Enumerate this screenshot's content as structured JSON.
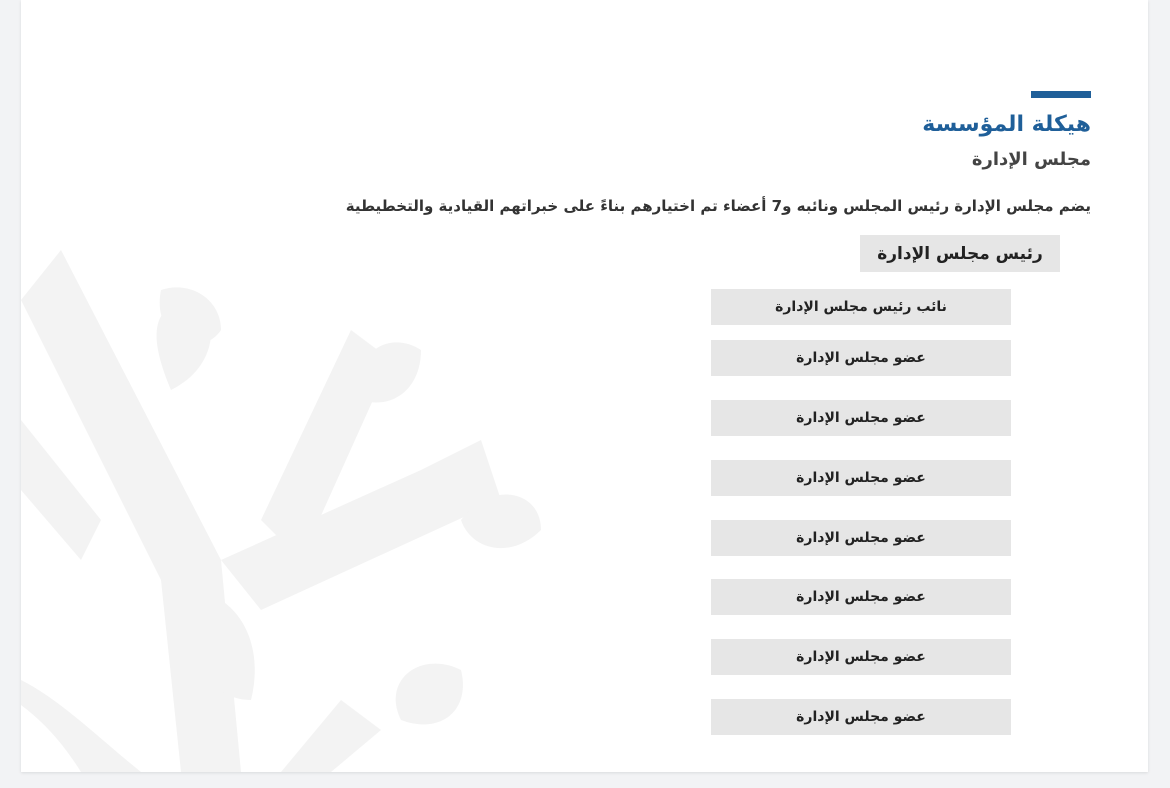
{
  "header": {
    "title": "هيكلة المؤسسة",
    "subtitle": "مجلس الإدارة",
    "description": "يضم مجلس الإدارة رئيس المجلس ونائبه و7 أعضاء تم اختيارهم بناءً على خبراتهم القيادية والتخطيطية"
  },
  "board": {
    "chairman": "رئيس مجلس الإدارة",
    "vice_chairman": "نائب رئيس مجلس الإدارة",
    "members": [
      "عضو مجلس الإدارة",
      "عضو مجلس الإدارة",
      "عضو مجلس الإدارة",
      "عضو مجلس الإدارة",
      "عضو مجلس الإدارة",
      "عضو مجلس الإدارة",
      "عضو مجلس الإدارة"
    ]
  },
  "colors": {
    "accent": "#1f5f99",
    "box_background": "#e6e6e6",
    "watermark": "#f3f3f3"
  },
  "icons": {
    "background_watermark": "tree-branch-watermark-icon"
  }
}
